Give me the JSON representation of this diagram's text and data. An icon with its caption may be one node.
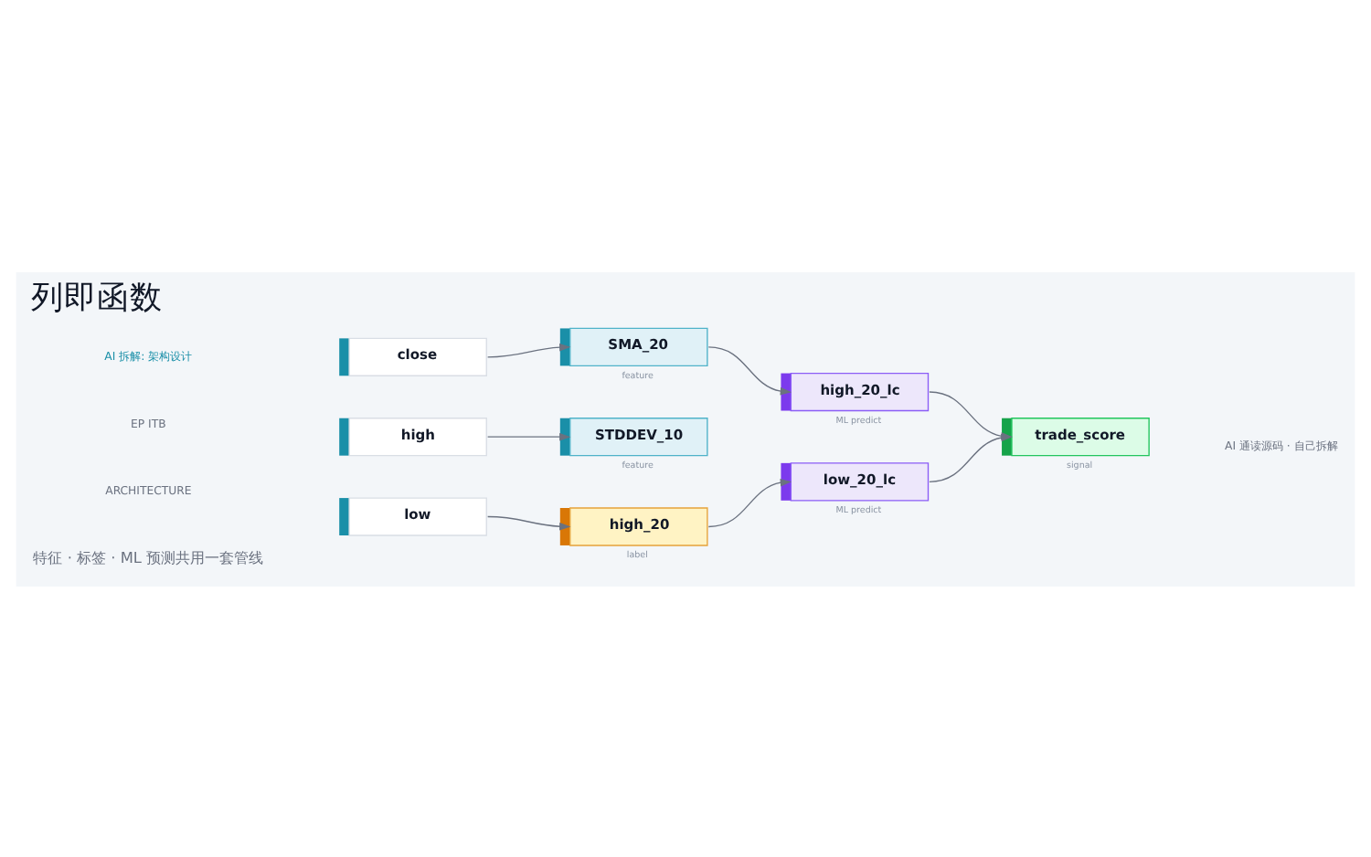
{
  "diagram": {
    "title": "列即函数",
    "nodes": [
      {
        "text": [
          "close"
        ]
      },
      {
        "text": [
          "high"
        ]
      },
      {
        "text": [
          "low"
        ]
      },
      {
        "text": [
          "SMA_20"
        ],
        "beside": [
          "feature"
        ]
      },
      {
        "text": [
          "STDDEV_10"
        ],
        "beside": [
          "feature"
        ]
      },
      {
        "text": [
          "high_20"
        ],
        "beside": [
          "label"
        ]
      },
      {
        "text": [
          "high_20_lc"
        ],
        "beside": [
          "ML predict"
        ]
      },
      {
        "text": [
          "low_20_lc"
        ],
        "beside": [
          "ML predict"
        ]
      },
      {
        "text": [
          "trade_score"
        ],
        "beside": [
          "signal"
        ]
      }
    ],
    "edges": [
      {
        "from": 0,
        "to": 3,
        "arrow": "to"
      },
      {
        "from": 1,
        "to": 4,
        "arrow": "to"
      },
      {
        "from": 2,
        "to": 5,
        "arrow": "to"
      },
      {
        "from": 3,
        "to": 6,
        "arrow": "to"
      },
      {
        "from": 5,
        "to": 7,
        "arrow": "to"
      },
      {
        "from": 6,
        "to": 8,
        "arrow": "to"
      },
      {
        "from": 7,
        "to": 8,
        "arrow": "to"
      }
    ],
    "labels": [
      "AI 拆解: 架构设计",
      "EP ITB",
      "ARCHITECTURE",
      "特征 · 标签 · ML 预测共用一套管线",
      "AI 通读源码 · 自己拆解"
    ]
  }
}
